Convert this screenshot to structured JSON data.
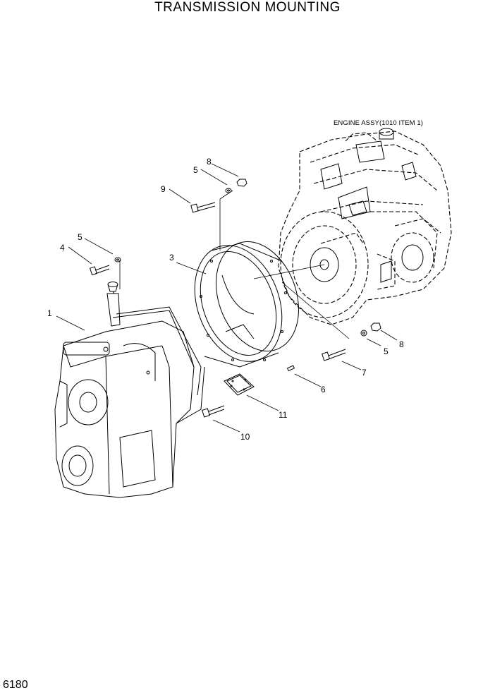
{
  "title": "TRANSMISSION MOUNTING",
  "page_number": "6180",
  "engine_label": "ENGINE ASSY(1010 ITEM 1)",
  "callouts": {
    "c1": "1",
    "c3": "3",
    "c4": "4",
    "c5a": "5",
    "c5b": "5",
    "c5c": "5",
    "c6": "6",
    "c7": "7",
    "c8a": "8",
    "c8b": "8",
    "c9": "9",
    "c10": "10",
    "c11": "11"
  }
}
